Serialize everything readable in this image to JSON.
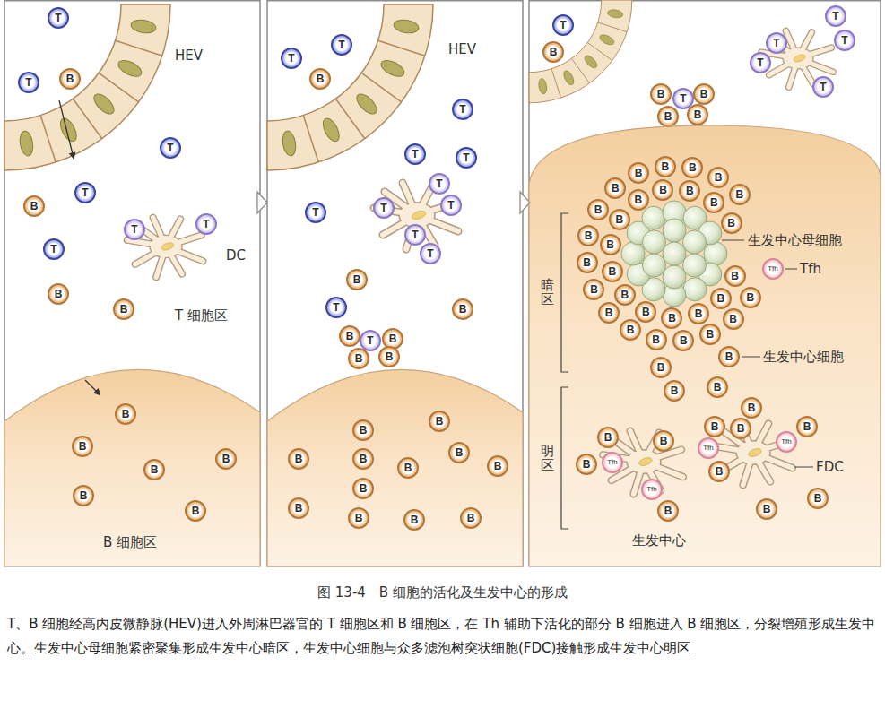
{
  "diagram": {
    "title": "图 13-4　B 细胞的活化及生发中心的形成",
    "caption": "T、B 细胞经高内皮微静脉(HEV)进入外周淋巴器官的 T 细胞区和 B 细胞区，在 Th 辅助下活化的部分 B 细胞进入 B 细胞区，分裂增殖形成生发中心。生发中心母细胞紧密聚集形成生发中心暗区，生发中心细胞与众多滤泡树突状细胞(FDC)接触形成生发中心明区",
    "nodes": [
      {
        "text": [
          "B 细胞区"
        ]
      },
      {
        "text": [
          "T"
        ]
      },
      {
        "text": [
          "T"
        ]
      },
      {
        "text": [
          "B"
        ]
      },
      {
        "text": [
          "T"
        ]
      },
      {
        "text": [
          "T"
        ]
      },
      {
        "text": [
          "T"
        ]
      },
      {
        "text": [
          "B"
        ]
      },
      {
        "text": [
          "B"
        ]
      },
      {
        "text": [
          "B"
        ]
      },
      {
        "text": [
          "T"
        ]
      },
      {
        "text": [
          "T"
        ]
      },
      {
        "text": [
          "B"
        ],
        "in": 0
      },
      {
        "text": [
          "B"
        ],
        "in": 0
      },
      {
        "text": [
          "B"
        ],
        "in": 0
      },
      {
        "text": [
          "B"
        ],
        "in": 0
      },
      {
        "text": [
          "B"
        ],
        "in": 0
      },
      {
        "text": [
          "B"
        ],
        "in": 0
      },
      {
        "text": [
          "T"
        ]
      },
      {
        "text": [
          "T"
        ]
      },
      {
        "text": [
          "B"
        ]
      },
      {
        "text": [
          "T"
        ]
      },
      {
        "text": [
          "T"
        ]
      },
      {
        "text": [
          "T"
        ]
      },
      {
        "text": [
          "T"
        ]
      },
      {
        "text": [
          "T"
        ]
      },
      {
        "text": [
          "T"
        ]
      },
      {
        "text": [
          "T"
        ]
      },
      {
        "text": [
          "T"
        ]
      },
      {
        "text": [
          "T"
        ]
      },
      {
        "text": [
          "T"
        ]
      },
      {
        "text": [
          "B"
        ]
      },
      {
        "text": [
          "B"
        ]
      },
      {
        "text": [
          "B"
        ]
      },
      {
        "text": [
          "T"
        ]
      },
      {
        "text": [
          "B"
        ]
      },
      {
        "text": [
          "B"
        ]
      },
      {
        "text": [
          "B"
        ]
      },
      {
        "text": [
          "B"
        ]
      },
      {
        "text": [
          "B"
        ]
      },
      {
        "text": [
          "B"
        ]
      },
      {
        "text": [
          "B"
        ]
      },
      {
        "text": [
          "B"
        ]
      },
      {
        "text": [
          "B"
        ]
      },
      {
        "text": [
          "B"
        ]
      },
      {
        "text": [
          "B"
        ]
      },
      {
        "text": [
          "B"
        ]
      },
      {
        "text": [
          "B"
        ]
      },
      {
        "text": [
          "B"
        ]
      },
      {
        "text": [
          "B"
        ]
      },
      {
        "text": [
          "T"
        ]
      },
      {
        "text": [
          "B"
        ]
      },
      {
        "text": [
          "T"
        ]
      },
      {
        "text": [
          "T"
        ]
      },
      {
        "text": [
          "T"
        ]
      },
      {
        "text": [
          "T"
        ]
      },
      {
        "text": [
          "T"
        ]
      },
      {
        "text": [
          "B"
        ]
      },
      {
        "text": [
          "T"
        ]
      },
      {
        "text": [
          "B"
        ]
      },
      {
        "text": [
          "B"
        ]
      },
      {
        "text": [
          "B"
        ]
      },
      {
        "text": [
          "生发中心"
        ]
      },
      {
        "text": [
          "B"
        ],
        "in": 62
      },
      {
        "text": [
          "B"
        ],
        "in": 62
      },
      {
        "text": [
          "B"
        ],
        "in": 62
      },
      {
        "text": [
          "B"
        ],
        "in": 62
      },
      {
        "text": [
          "B"
        ],
        "in": 62
      },
      {
        "text": [
          "B"
        ],
        "in": 62
      },
      {
        "text": [
          "B"
        ],
        "in": 62
      },
      {
        "text": [
          "B"
        ],
        "in": 62
      },
      {
        "text": [
          "B"
        ],
        "in": 62
      },
      {
        "text": [
          "B"
        ],
        "in": 62
      },
      {
        "text": [
          "B"
        ],
        "in": 62
      },
      {
        "text": [
          "B"
        ],
        "in": 62
      },
      {
        "text": [
          "B"
        ],
        "in": 62
      },
      {
        "text": [
          "B"
        ],
        "in": 62
      },
      {
        "text": [
          "B"
        ],
        "in": 62
      },
      {
        "text": [
          "B"
        ],
        "in": 62
      },
      {
        "text": [
          "B"
        ],
        "in": 62
      },
      {
        "text": [
          "B"
        ],
        "in": 62
      },
      {
        "text": [
          "B"
        ],
        "in": 62
      },
      {
        "text": [
          "B"
        ],
        "in": 62
      },
      {
        "text": [
          "B"
        ],
        "in": 62
      },
      {
        "text": [
          "B"
        ],
        "in": 62
      },
      {
        "text": [
          "B"
        ],
        "in": 62
      },
      {
        "text": [
          "B"
        ],
        "in": 62
      },
      {
        "text": [
          "B"
        ],
        "in": 62
      },
      {
        "text": [
          "B"
        ],
        "in": 62
      },
      {
        "text": [
          "B"
        ],
        "in": 62
      },
      {
        "text": [
          "B"
        ],
        "in": 62
      },
      {
        "text": [
          "B"
        ],
        "in": 62
      },
      {
        "text": [
          "B"
        ],
        "in": 62
      },
      {
        "text": [
          "B"
        ],
        "in": 62
      },
      {
        "text": [
          "Tfh"
        ],
        "in": 62
      },
      {
        "text": [
          "B"
        ],
        "in": 62
      },
      {
        "text": [
          "B"
        ],
        "in": 62
      },
      {
        "text": [
          "B"
        ],
        "in": 62
      },
      {
        "text": [
          "B"
        ],
        "in": 62
      },
      {
        "text": [
          "B"
        ],
        "in": 62
      },
      {
        "text": [
          "B"
        ],
        "in": 62
      },
      {
        "text": [
          "B"
        ],
        "in": 62
      },
      {
        "text": [
          "Tfh"
        ],
        "in": 62
      },
      {
        "text": [
          "B"
        ],
        "in": 62
      },
      {
        "text": [
          "Tfh"
        ],
        "in": 62
      },
      {
        "text": [
          "B"
        ],
        "in": 62
      },
      {
        "text": [
          "B"
        ],
        "in": 62
      },
      {
        "text": [
          "Tfh"
        ],
        "in": 62
      },
      {
        "text": [
          "B"
        ],
        "in": 62
      },
      {
        "text": [
          "B"
        ],
        "in": 62
      },
      {
        "text": [
          "Tfh"
        ],
        "in": 62
      },
      {
        "text": [
          "B"
        ],
        "in": 62
      },
      {
        "text": [
          "B"
        ],
        "in": 62
      },
      {
        "text": [
          "B"
        ],
        "in": 62
      }
    ],
    "labels": [
      "HEV",
      "DC",
      "T 细胞区",
      "HEV",
      "生发中心母细胞",
      "Tfh",
      "暗区",
      "生发中心细胞",
      "明区",
      "FDC"
    ]
  }
}
